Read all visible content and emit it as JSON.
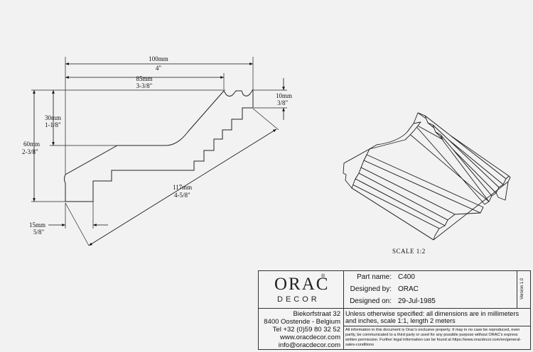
{
  "dimensions": {
    "width_mm": "100mm",
    "width_in": "4\"",
    "depth_mm": "85mm",
    "depth_in": "3-3/8\"",
    "top_mm": "10mm",
    "top_in": "3/8\"",
    "mid_mm": "30mm",
    "mid_in": "1-1/8\"",
    "height_mm": "60mm",
    "height_in": "2-3/8\"",
    "diag_mm": "117mm",
    "diag_in": "4-5/8\"",
    "bottom_mm": "15mm",
    "bottom_in": "5/8\""
  },
  "scale_label": "SCALE  1:2",
  "titleblock": {
    "logo_main": "ORAC",
    "logo_reg": "®",
    "logo_sub": "DECOR",
    "address": [
      "Biekorfstraat 32",
      "8400 Oostende - Belgium",
      "Tel  +32 (0)59 80 32 52",
      "www.oracdecor.com",
      "info@oracdecor.com"
    ],
    "part_label": "Part name:",
    "part_value": "C400",
    "designed_by_label": "Designed by:",
    "designed_by_value": "ORAC",
    "designed_on_label": "Designed on:",
    "designed_on_value": "29-Jul-1985",
    "version": "Version 1.0",
    "unless": "Unless otherwise specified: all dimensions are in millimeters and inches, scale 1:1, length 2 meters",
    "legal": "All information in this document is Orac's exclusive property.  It may in no case be reproduced, even partly, be communicated to a third party or used for any possible purpose without ORAC's express written permission. Further legal information can be found at https://www.oracdecor.com/en/general-sales-conditions"
  }
}
